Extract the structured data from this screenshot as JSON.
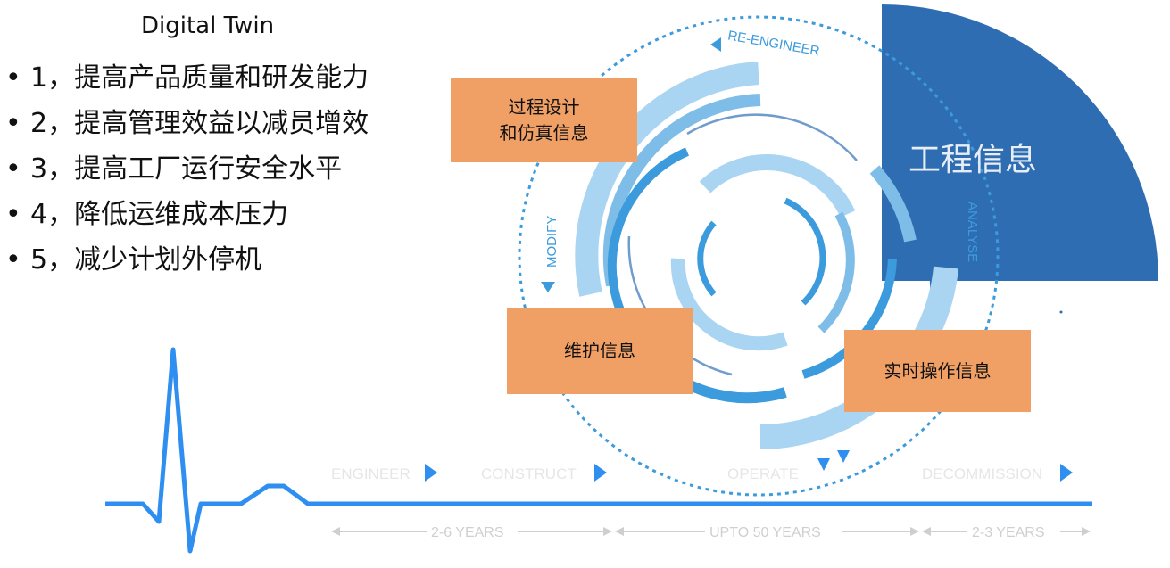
{
  "title": "Digital Twin",
  "bullets": [
    "1，提高产品质量和研发能力",
    "2，提高管理效益以减员增效",
    "3，提高工厂运行安全水平",
    "4，降低运维成本压力",
    "5，减少计划外停机"
  ],
  "boxes": {
    "design_sim": "过程设计\n和仿真信息",
    "maintenance": "维护信息",
    "realtime": "实时操作信息"
  },
  "engineering_info": "工程信息",
  "cycle_labels": {
    "re_engineer": "RE-ENGINEER",
    "analyse": "ANALYSE",
    "modify": "MODIFY"
  },
  "phases": [
    "ENGINEER",
    "CONSTRUCT",
    "OPERATE",
    "DECOMMISSION"
  ],
  "durations": [
    "2-6 YEARS",
    "UPTO 50 YEARS",
    "2-3 YEARS"
  ],
  "colors": {
    "dark_blue": "#2f6db3",
    "mid_blue": "#3c9bdc",
    "light_blue": "#a9d4f2",
    "orange_box": "#f0a065",
    "pulse_line": "#2f8ff0"
  }
}
